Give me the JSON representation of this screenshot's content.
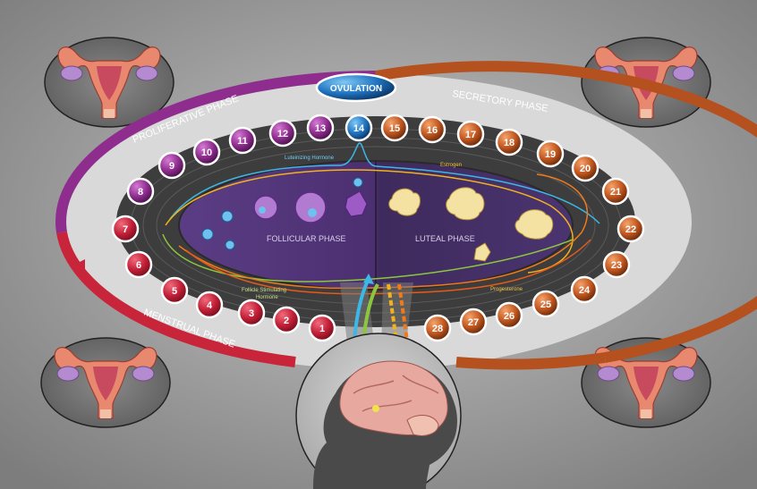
{
  "labels": {
    "ovulation": "OVULATION",
    "proliferative_phase": "PROLIFERATIVE PHASE",
    "secretory_phase": "SECRETORY PHASE",
    "menstrual_phase": "MENSTRUAL PHASE",
    "follicular_phase": "FOLLICULAR PHASE",
    "luteal_phase": "LUTEAL PHASE",
    "luteinizing_hormone": "Luteinizing Hormone",
    "estrogen": "Estrogen",
    "progesterone": "Progesterone",
    "fsh_line1": "Follicle Stimulating",
    "fsh_line2": "Hormone"
  },
  "days": [
    "1",
    "2",
    "3",
    "4",
    "5",
    "6",
    "7",
    "8",
    "9",
    "10",
    "11",
    "12",
    "13",
    "14",
    "15",
    "16",
    "17",
    "18",
    "19",
    "20",
    "21",
    "22",
    "23",
    "24",
    "25",
    "26",
    "27",
    "28"
  ],
  "colors": {
    "background": "#9a9a9a",
    "menstrual": "#c8243a",
    "proliferative": "#8a2a8a",
    "ovulation": "#1f6fb8",
    "secretory": "#b5501f",
    "inner_ring": "#3a3a3a",
    "center_left": "#4a2f6e",
    "center_right": "#3d2a5c",
    "lh_curve": "#3cb7e6",
    "estrogen_curve": "#f2b21b",
    "progesterone_curve": "#f07a1a",
    "fsh_curve": "#8cc63f"
  },
  "icons": [
    "uterus-icon",
    "brain-icon",
    "follicle-icon",
    "corpus-luteum-icon"
  ]
}
